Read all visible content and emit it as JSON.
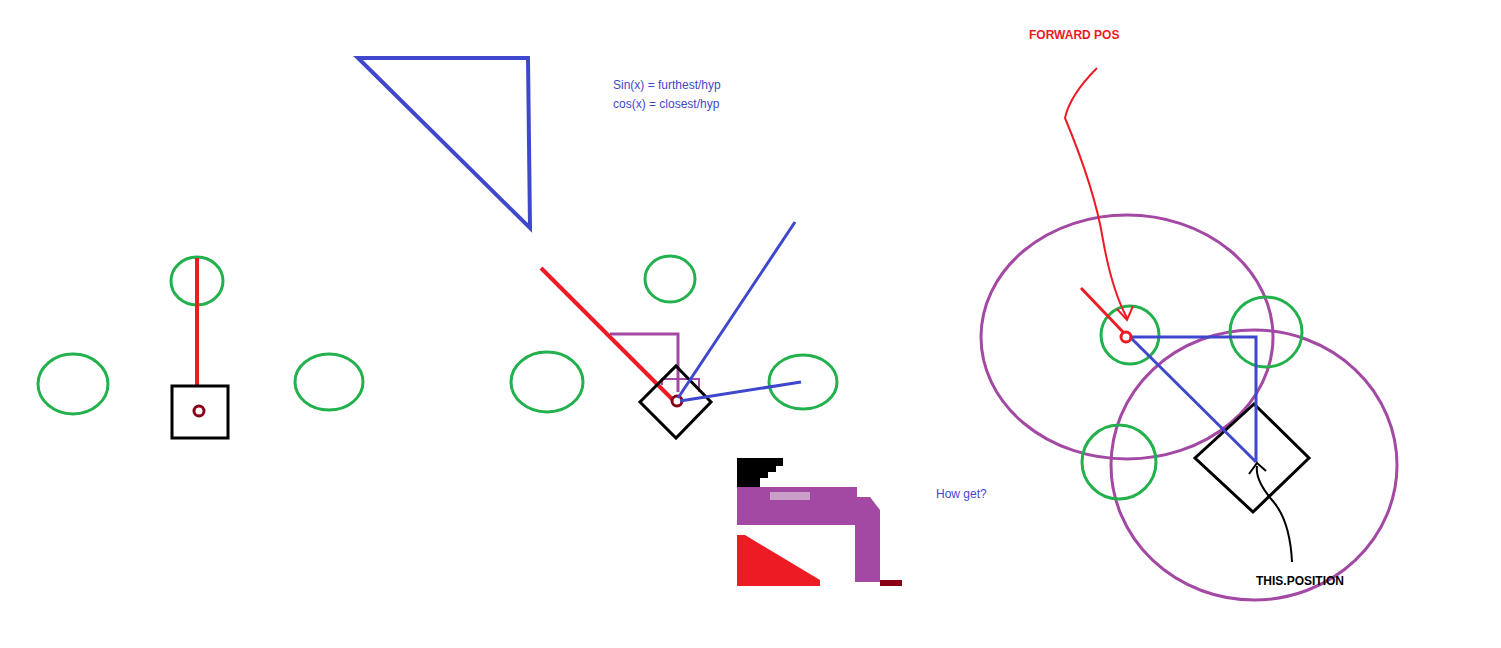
{
  "diagram": {
    "labels": [
      "Sin(x) = furthest/hyp",
      "cos(x) = closest/hyp",
      "FORWARD POS",
      "How get?",
      "THIS.POSITION"
    ]
  }
}
